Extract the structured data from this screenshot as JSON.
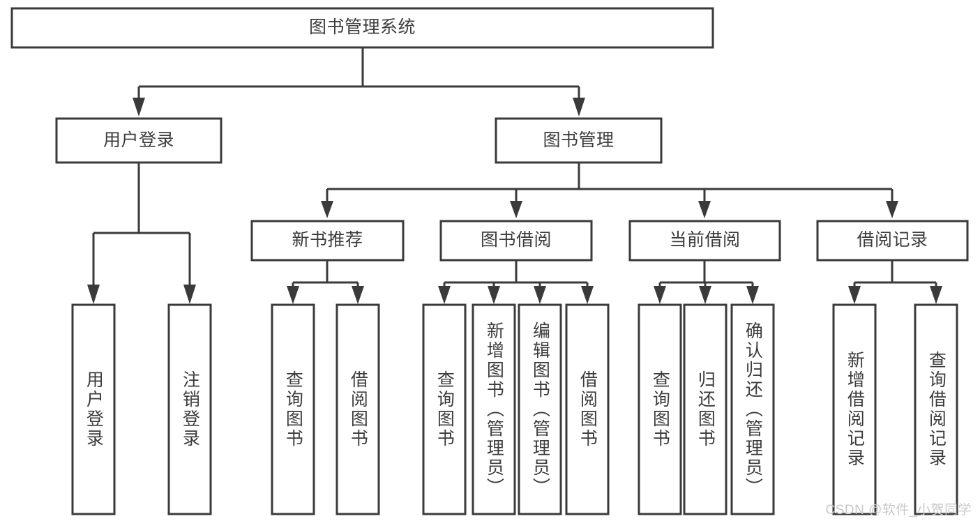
{
  "diagram": {
    "title": "图书管理系统",
    "watermark": "CSDN @软件_小贺同学",
    "accent_color": "#3a3a3a",
    "text_color": "#3c3c3c",
    "background_color": "#ffffff",
    "root": {
      "label": "图书管理系统"
    },
    "level2": [
      {
        "label": "用户登录"
      },
      {
        "label": "图书管理"
      }
    ],
    "level3": [
      {
        "label": "新书推荐"
      },
      {
        "label": "图书借阅"
      },
      {
        "label": "当前借阅"
      },
      {
        "label": "借阅记录"
      }
    ],
    "leaves": [
      {
        "label": "用户登录"
      },
      {
        "label": "注销登录"
      },
      {
        "label": "查询图书"
      },
      {
        "label": "借阅图书"
      },
      {
        "label": "查询图书"
      },
      {
        "label": "新增图书（管理员）"
      },
      {
        "label": "编辑图书（管理员）"
      },
      {
        "label": "借阅图书"
      },
      {
        "label": "查询图书"
      },
      {
        "label": "归还图书"
      },
      {
        "label": "确认归还（管理员）"
      },
      {
        "label": "新增借阅记录"
      },
      {
        "label": "查询借阅记录"
      }
    ]
  }
}
